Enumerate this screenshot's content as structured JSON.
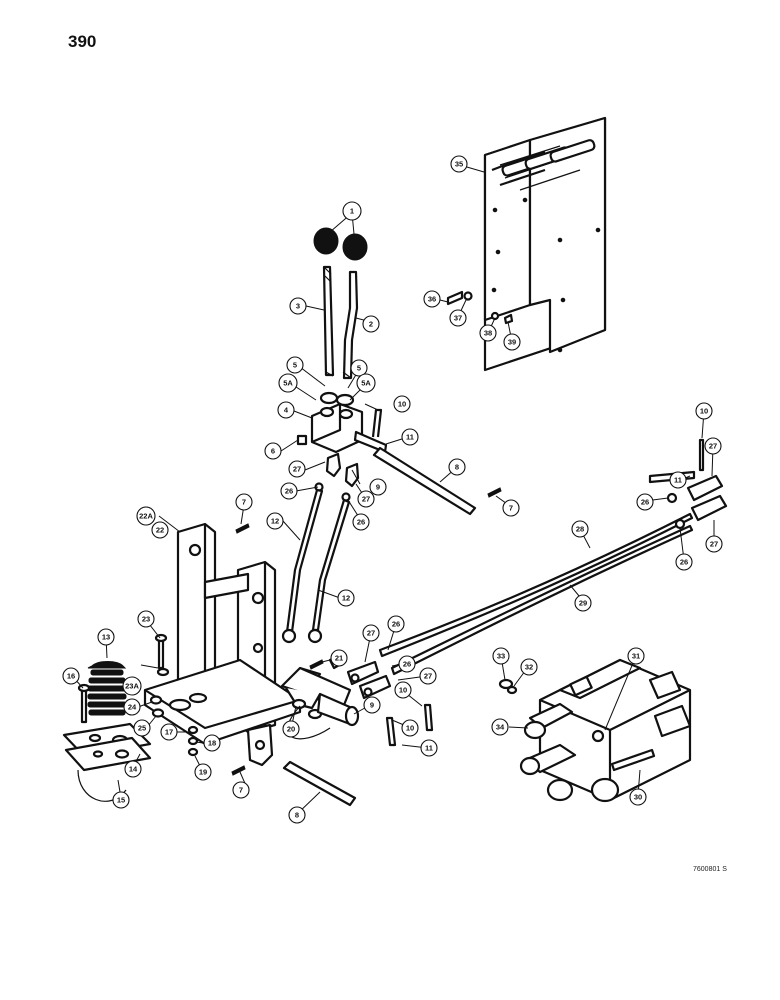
{
  "page_number": "390",
  "drawing_id": "7600801 S",
  "callouts": [
    {
      "label": "1"
    },
    {
      "label": "2"
    },
    {
      "label": "3"
    },
    {
      "label": "4"
    },
    {
      "label": "5"
    },
    {
      "label": "5"
    },
    {
      "label": "5A"
    },
    {
      "label": "5A"
    },
    {
      "label": "6"
    },
    {
      "label": "7"
    },
    {
      "label": "7"
    },
    {
      "label": "7"
    },
    {
      "label": "8"
    },
    {
      "label": "8"
    },
    {
      "label": "9"
    },
    {
      "label": "9"
    },
    {
      "label": "10"
    },
    {
      "label": "10"
    },
    {
      "label": "10"
    },
    {
      "label": "10"
    },
    {
      "label": "11"
    },
    {
      "label": "11"
    },
    {
      "label": "11"
    },
    {
      "label": "12"
    },
    {
      "label": "12"
    },
    {
      "label": "13"
    },
    {
      "label": "14"
    },
    {
      "label": "15"
    },
    {
      "label": "16"
    },
    {
      "label": "17"
    },
    {
      "label": "18"
    },
    {
      "label": "19"
    },
    {
      "label": "20"
    },
    {
      "label": "21"
    },
    {
      "label": "22A"
    },
    {
      "label": "22"
    },
    {
      "label": "23"
    },
    {
      "label": "23A"
    },
    {
      "label": "24"
    },
    {
      "label": "25"
    },
    {
      "label": "26"
    },
    {
      "label": "26"
    },
    {
      "label": "26"
    },
    {
      "label": "26"
    },
    {
      "label": "26"
    },
    {
      "label": "26"
    },
    {
      "label": "27"
    },
    {
      "label": "27"
    },
    {
      "label": "27"
    },
    {
      "label": "27"
    },
    {
      "label": "27"
    },
    {
      "label": "27"
    },
    {
      "label": "28"
    },
    {
      "label": "29"
    },
    {
      "label": "30"
    },
    {
      "label": "31"
    },
    {
      "label": "32"
    },
    {
      "label": "33"
    },
    {
      "label": "34"
    },
    {
      "label": "35"
    },
    {
      "label": "36"
    },
    {
      "label": "37"
    },
    {
      "label": "38"
    },
    {
      "label": "39"
    }
  ]
}
